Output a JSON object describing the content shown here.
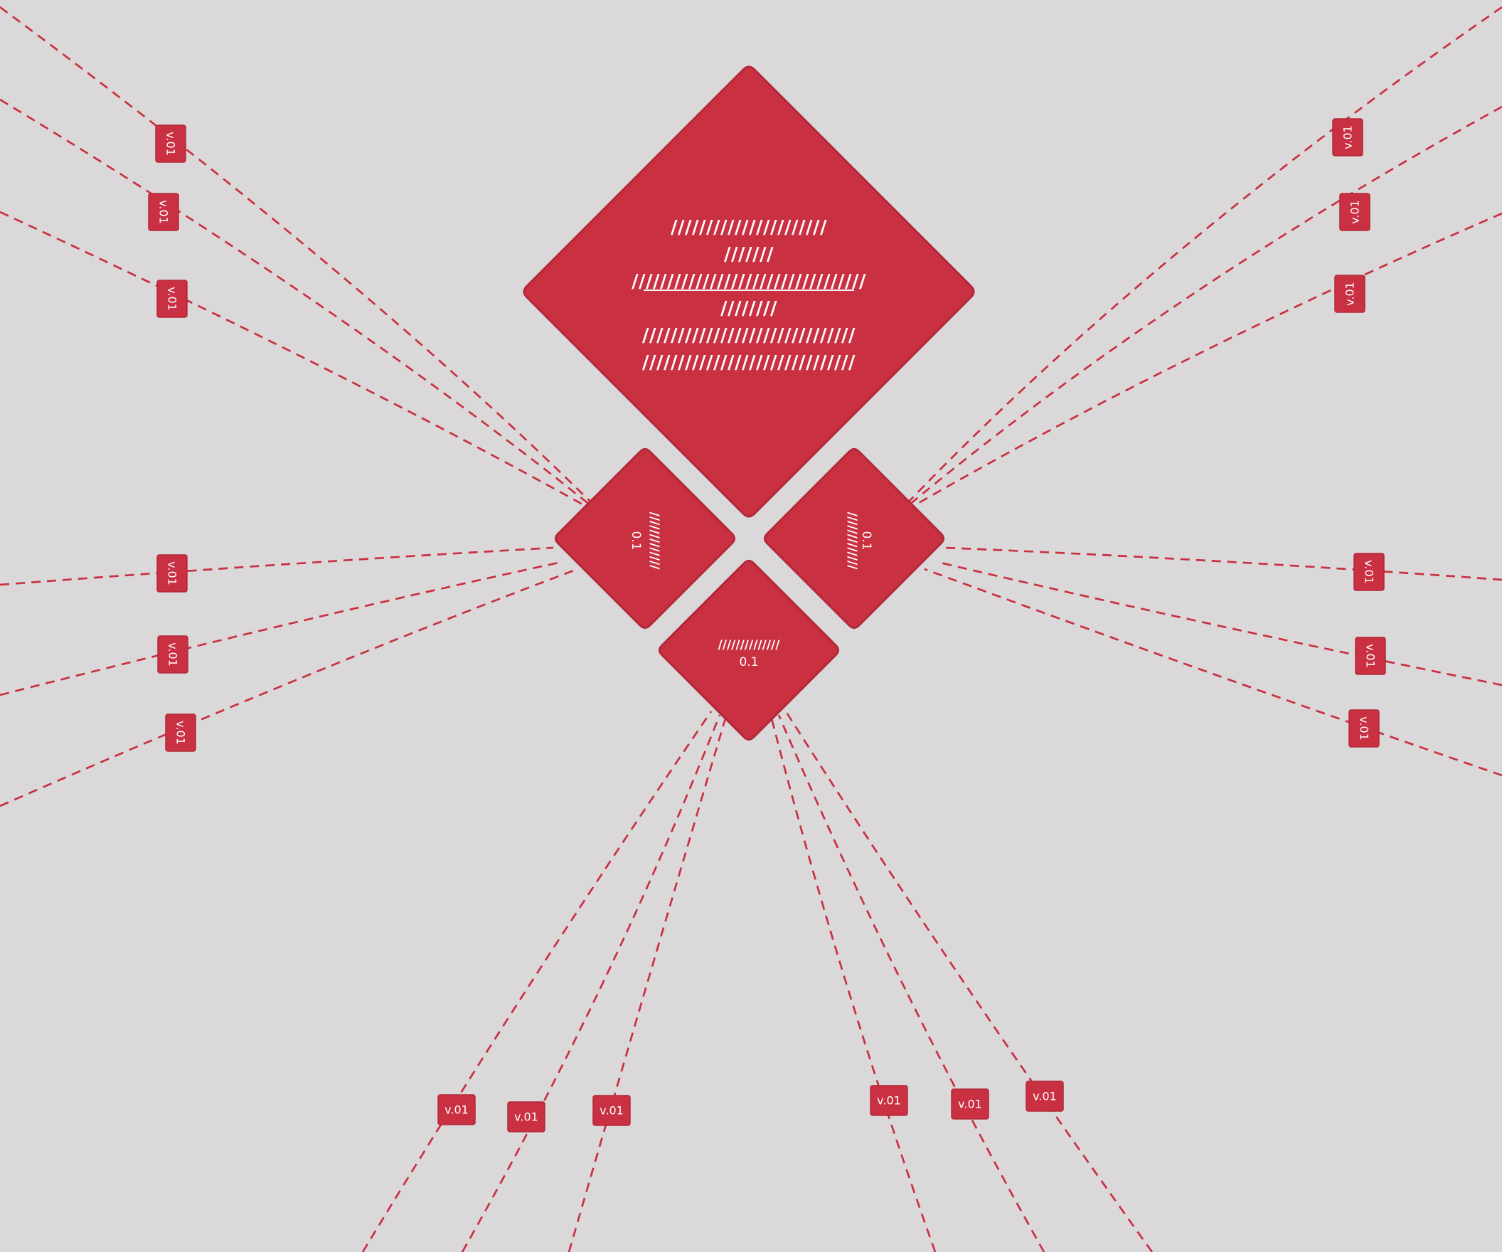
{
  "colors": {
    "background": "#dad8d9",
    "node": "#c93041",
    "edge": "#c93041",
    "text": "#ffffff"
  },
  "main_node": {
    "lines": [
      "//////////////////////",
      "///////",
      "/////////////////////////////////",
      "////////",
      "//////////////////////////////",
      "//////////////////////////////"
    ]
  },
  "left_node": {
    "label": "/////////////",
    "sub": "0.1"
  },
  "right_node": {
    "label": "/////////////",
    "sub": "0.1"
  },
  "bottom_node": {
    "label": "//////////////",
    "sub": "0.1"
  },
  "tag_label": "v.01"
}
